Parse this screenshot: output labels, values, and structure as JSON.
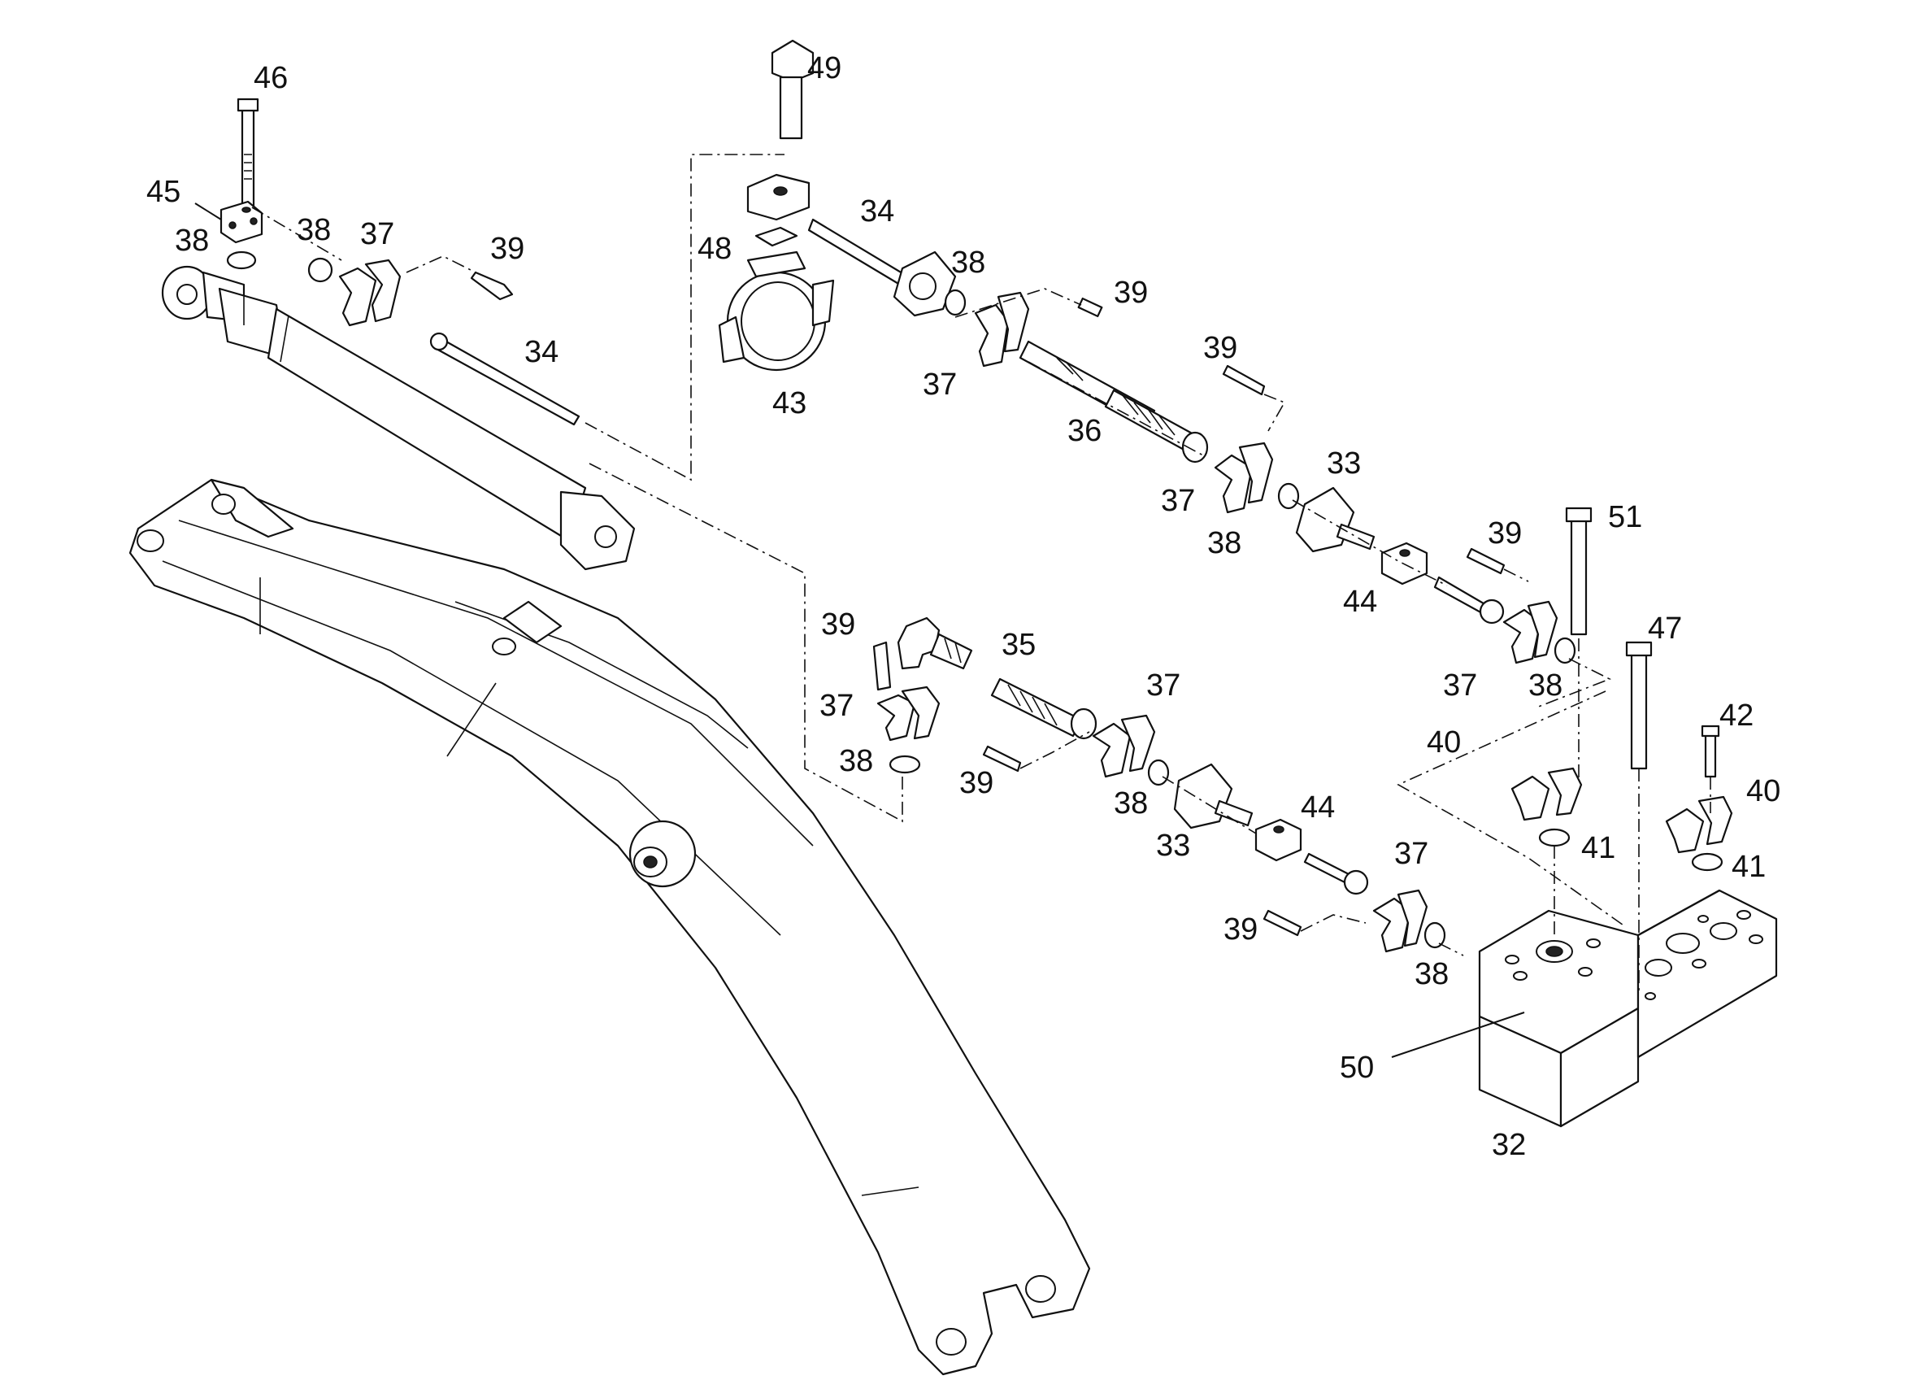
{
  "labels": {
    "p32": "32",
    "p33a": "33",
    "p33b": "33",
    "p34a": "34",
    "p34b": "34",
    "p35": "35",
    "p36": "36",
    "p37a": "37",
    "p37b": "37",
    "p37c": "37",
    "p37d": "37",
    "p37e": "37",
    "p37f": "37",
    "p37g": "37",
    "p38a": "38",
    "p38b": "38",
    "p38c": "38",
    "p38d": "38",
    "p38e": "38",
    "p38f": "38",
    "p38g": "38",
    "p38h": "38",
    "p39a": "39",
    "p39b": "39",
    "p39c": "39",
    "p39d": "39",
    "p39e": "39",
    "p39f": "39",
    "p39g": "39",
    "p40a": "40",
    "p40b": "40",
    "p41a": "41",
    "p41b": "41",
    "p42": "42",
    "p43": "43",
    "p44a": "44",
    "p44b": "44",
    "p45": "45",
    "p46": "46",
    "p47": "47",
    "p48": "48",
    "p49": "49",
    "p50": "50",
    "p51": "51"
  }
}
